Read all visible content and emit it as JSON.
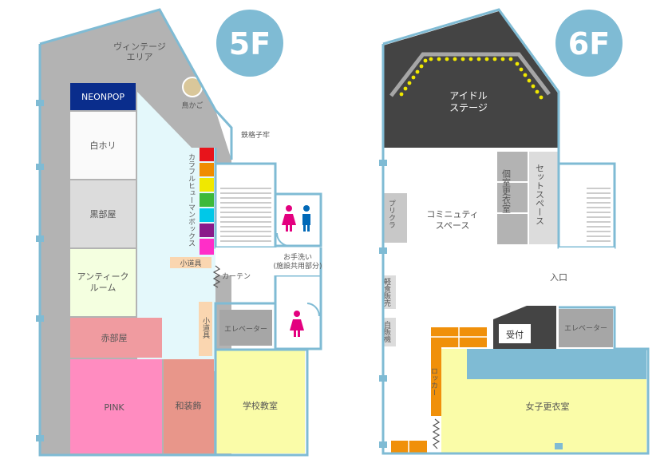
{
  "floor5": {
    "badge": "5F",
    "vintage_area": "ヴィンテージ\nエリア",
    "neonpop": "NEONPOP",
    "torikago": "鳥かご",
    "tekkaku": "鉄格子牢",
    "shirohori": "白ホリ",
    "kurobeya": "黒部屋",
    "antique": "アンティーク\nルーム",
    "akabeya": "赤部屋",
    "pink": "PINK",
    "wasoushoku": "和装飾",
    "gakko": "学校教室",
    "colorful": "カラフルヒューマンボックス",
    "kodougu1": "小道具",
    "kodougu2": "小道具",
    "curtain": "カーテン",
    "otearai": "お手洗い\n(施設共用部分)",
    "elevator": "エレベーター",
    "colors": [
      "#e8141b",
      "#f08c00",
      "#f0e800",
      "#3db93a",
      "#00c8e8",
      "#8a1a8a",
      "#ff2ec8"
    ]
  },
  "floor6": {
    "badge": "6F",
    "idol_stage": "アイドル\nステージ",
    "community": "コミニュティ\nスペース",
    "purikura": "プリクラ",
    "koshitsu": "個室更衣室",
    "set_space": "セットスペース",
    "iriguchi": "入口",
    "keishoku": "軽食販売",
    "jihanki": "自販機",
    "uketsuke": "受付",
    "elevator": "エレベーター",
    "locker": "ロッカー",
    "joshi": "女子更衣室"
  },
  "colors": {
    "wall": "#7fbbd4",
    "gray": "#b3b3b3",
    "badge": "#7fbbd4",
    "pink": "#ff8cc0",
    "akabeya": "#f09ba0",
    "wasou": "#e8968a",
    "gakko": "#fafca8",
    "antique": "#f4ffe0",
    "lightblue": "#e4f8fb",
    "orange": "#f0900a",
    "dark": "#444444",
    "neonpop": "#0a2d8c"
  }
}
